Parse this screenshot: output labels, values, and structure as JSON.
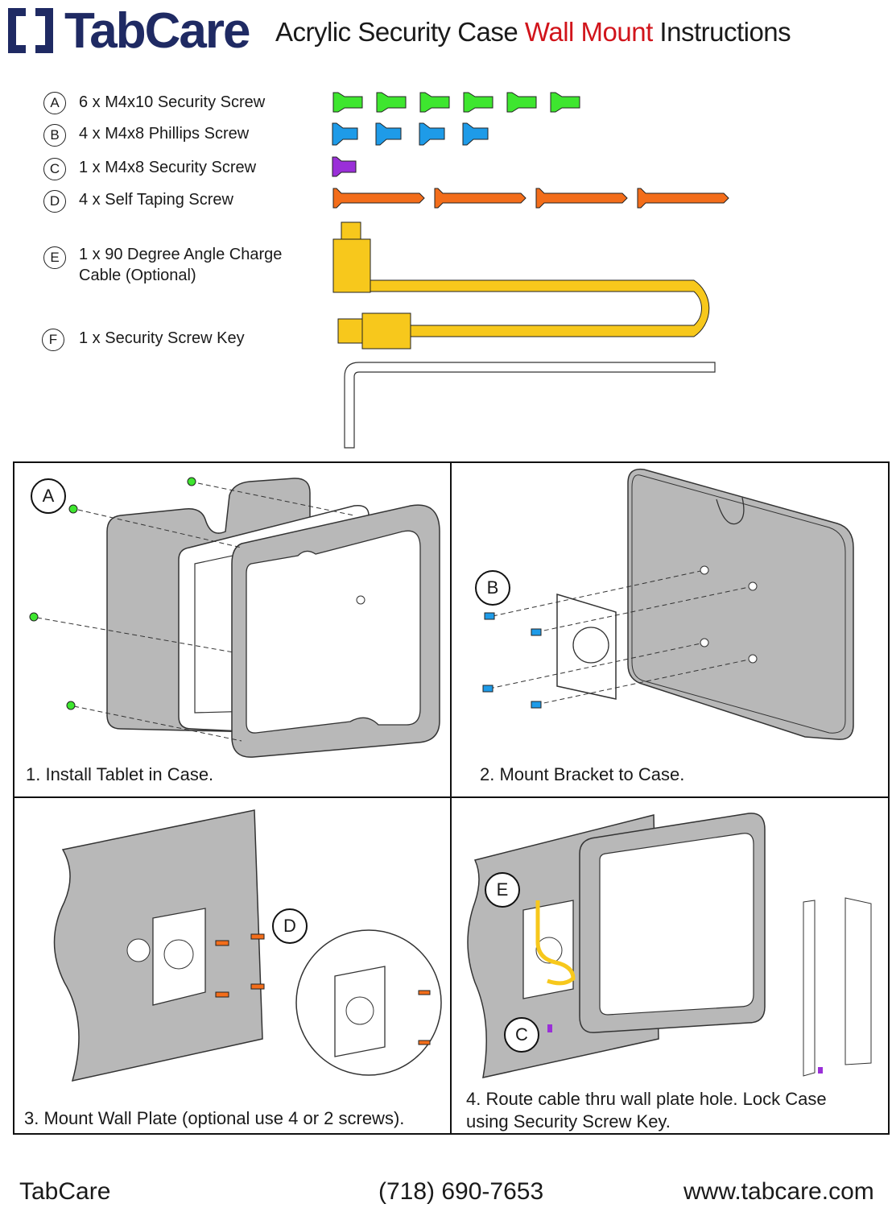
{
  "header": {
    "brand": "TabCare",
    "title_part1": "Acrylic Security Case ",
    "title_part2": "Wall Mount",
    "title_part3": " Instructions",
    "brand_color": "#1f2a63",
    "accent_color": "#d1141b"
  },
  "parts": [
    {
      "letter": "A",
      "text": "6 x M4x10 Security Screw",
      "color": "#3ee62f",
      "icon": "security-screw-icon"
    },
    {
      "letter": "B",
      "text": "4 x M4x8 Phillips Screw",
      "color": "#1e9be8",
      "icon": "phillips-screw-icon"
    },
    {
      "letter": "C",
      "text": "1 x M4x8 Security Screw",
      "color": "#9a2fd8",
      "icon": "security-screw-icon"
    },
    {
      "letter": "D",
      "text": "4 x Self Taping Screw",
      "color": "#f36d1a",
      "icon": "self-tapping-screw-icon"
    },
    {
      "letter": "E",
      "text_line1": "1 x 90 Degree Angle Charge",
      "text_line2": "Cable (Optional)",
      "color": "#f7c81c",
      "icon": "charge-cable-icon"
    },
    {
      "letter": "F",
      "text": "1 x Security Screw Key",
      "icon": "security-key-icon"
    }
  ],
  "steps": [
    {
      "callout": "A",
      "caption": "1. Install Tablet in Case."
    },
    {
      "callout": "B",
      "caption": "2. Mount Bracket to Case."
    },
    {
      "callout": "D",
      "caption": "3. Mount Wall Plate (optional use 4 or 2 screws)."
    },
    {
      "callout_e": "E",
      "callout_c": "C",
      "caption_line1": "4. Route cable thru wall plate hole. Lock Case",
      "caption_line2": "using Security Screw Key."
    }
  ],
  "footer": {
    "company": "TabCare",
    "phone": "(718) 690-7653",
    "website": "www.tabcare.com"
  }
}
